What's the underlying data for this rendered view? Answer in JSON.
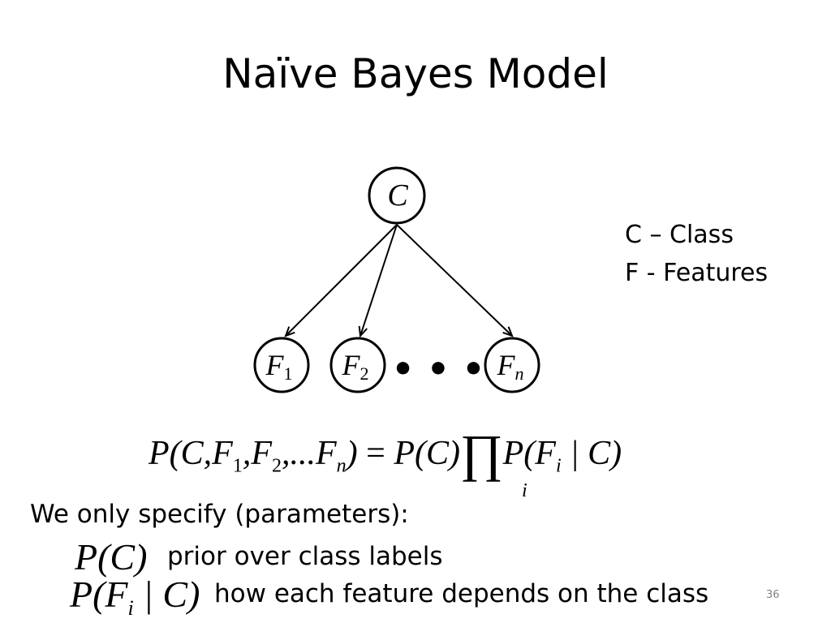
{
  "slide": {
    "title": "Naïve Bayes Model",
    "page_number": "36"
  },
  "diagram": {
    "class_node": "C",
    "feature_nodes": [
      {
        "letter": "F",
        "subscript": "1"
      },
      {
        "letter": "F",
        "subscript": "2"
      },
      {
        "letter": "F",
        "subscript": "n"
      }
    ],
    "ellipsis": "• • •"
  },
  "legend": {
    "line1": "C – Class",
    "line2": "F - Features"
  },
  "equation": {
    "lhs_prefix": "P(C,F",
    "lhs_sub1": "1",
    "lhs_mid1": ",F",
    "lhs_sub2": "2",
    "lhs_mid2": ",...F",
    "lhs_subn": "n",
    "lhs_close": ")",
    "equals": " = ",
    "rhs_prior": "P(C)",
    "product": "∏",
    "rhs_term_prefix": "P(F",
    "rhs_term_sub": "i",
    "rhs_term_rest": " | C)",
    "product_index": "i"
  },
  "parameters": {
    "intro": "We only specify (parameters):",
    "items": [
      {
        "symbol": "P(C)",
        "description": "prior over class labels"
      },
      {
        "symbol_prefix": "P(F",
        "symbol_sub": "i",
        "symbol_rest": " | C)",
        "description": "how each feature depends on the class"
      }
    ]
  }
}
